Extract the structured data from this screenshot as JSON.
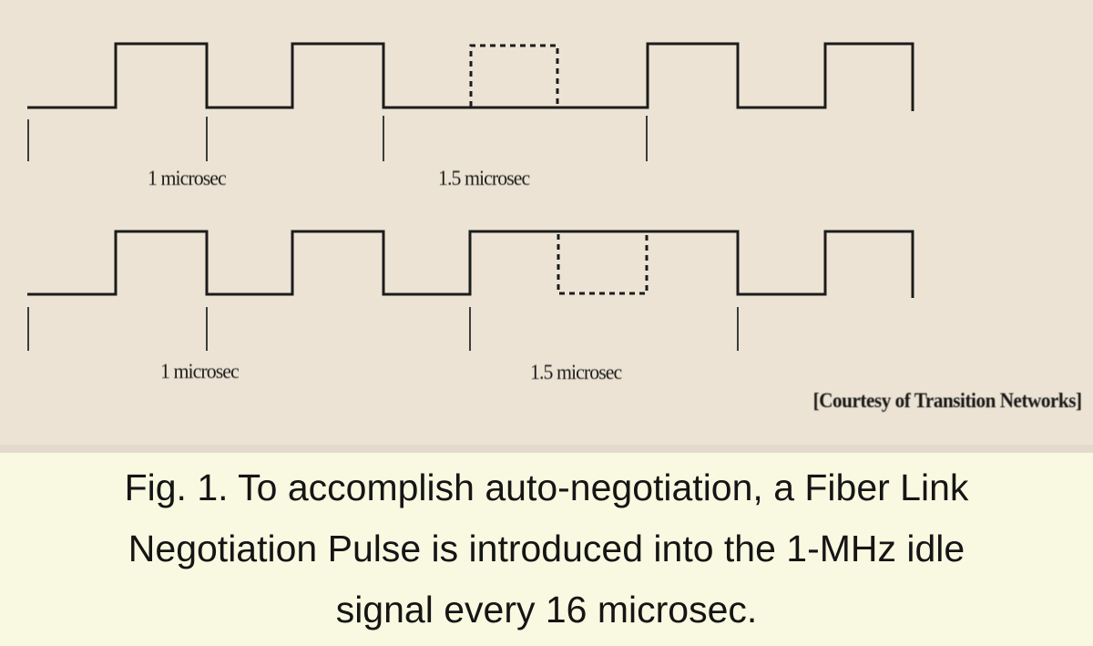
{
  "figure": {
    "top": {
      "label_1us": "1 microsec",
      "label_15us": "1.5 microsec"
    },
    "bottom": {
      "label_1us": "1 microsec",
      "label_15us": "1.5 microsec"
    },
    "credit": "[Courtesy of Transition Networks]"
  },
  "caption": {
    "lines": [
      "Fig. 1. To accomplish auto-negotiation, a Fiber Link",
      "Negotiation Pulse is introduced into the 1-MHz idle",
      "signal every 16 microsec."
    ]
  },
  "colors": {
    "diagram_background": "#ece3d4",
    "caption_background": "#f9f9e1",
    "waveform_line": "#1c1c1c"
  }
}
